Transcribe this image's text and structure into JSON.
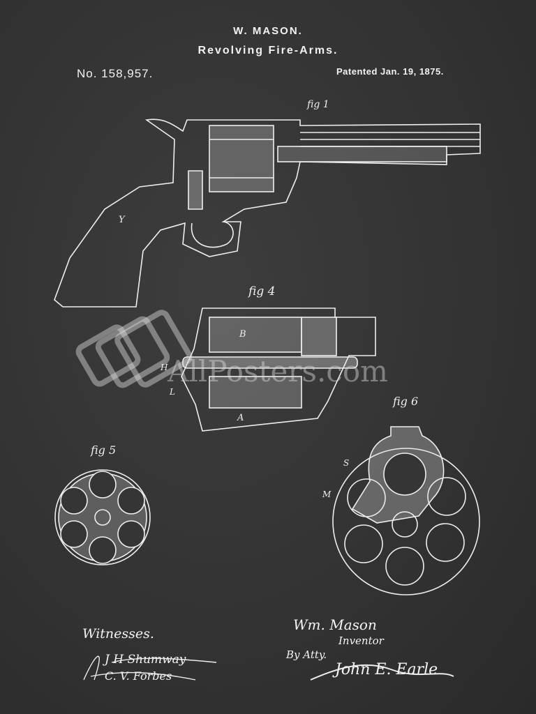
{
  "header": {
    "inventor": "W. MASON.",
    "title": "Revolving Fire-Arms.",
    "patent_number": "No. 158,957.",
    "patent_date": "Patented Jan. 19, 1875."
  },
  "figures": {
    "fig1": "fig 1",
    "fig4": "fig 4",
    "fig5": "fig 5",
    "fig6": "fig 6"
  },
  "labels": {
    "Y": "Y",
    "B": "B",
    "A": "A",
    "H": "H",
    "L": "L",
    "M": "M",
    "S": "S"
  },
  "footer": {
    "witnesses": "Witnesses.",
    "witness_sig1": "J H Shumway",
    "witness_sig2": "C. V. Forbes",
    "inventor_sig": "Wm. Mason",
    "inventor_label": "Inventor",
    "by_atty": "By Atty.",
    "atty_sig": "John E. Earle"
  },
  "watermark": "AllPosters.com"
}
